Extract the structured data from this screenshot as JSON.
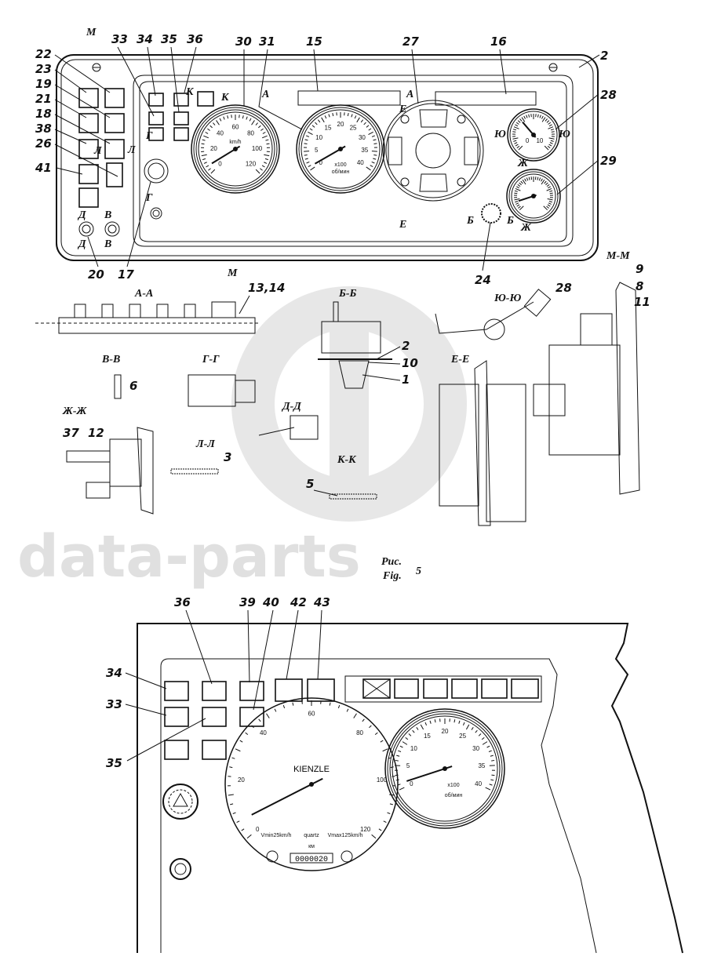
{
  "figure": {
    "caption_ru": "Рис.",
    "caption_en": "Fig.",
    "number": "5"
  },
  "watermark": {
    "text": "data-parts"
  },
  "top_callouts": {
    "m_top": "М",
    "c22": "22",
    "c23": "23",
    "c19": "19",
    "c21": "21",
    "c18": "18",
    "c38": "38",
    "c26": "26",
    "c41": "41",
    "c33": "33",
    "c34": "34",
    "c35": "35",
    "c36": "36",
    "c30": "30",
    "c31": "31",
    "c15": "15",
    "c27": "27",
    "c16": "16",
    "c2": "2",
    "c28": "28",
    "c29": "29",
    "c20": "20",
    "c17": "17",
    "c24": "24",
    "m_bottom": "М"
  },
  "section_marks": {
    "a1": "А",
    "a2": "А",
    "k1": "К",
    "k2": "К",
    "l1": "Л",
    "l2": "Л",
    "g1": "Г",
    "g2": "Г",
    "d1": "Д",
    "d2": "Д",
    "v1": "В",
    "v2": "В",
    "e1": "Е",
    "e2": "Е",
    "b1": "Б",
    "b2": "Б",
    "yu1": "Ю",
    "yu2": "Ю",
    "zh1": "Ж",
    "zh2": "Ж"
  },
  "sections": {
    "aa": {
      "title": "А-А",
      "callout": "13,14"
    },
    "bb": {
      "title": "Б-Б",
      "callouts": [
        "2",
        "10",
        "1"
      ]
    },
    "yuyu": {
      "title": "Ю-Ю",
      "callout": "28"
    },
    "mm": {
      "title": "М-М",
      "callouts": [
        "9",
        "8",
        "11"
      ]
    },
    "vv": {
      "title": "В-В",
      "callout": "6"
    },
    "gg": {
      "title": "Г-Г"
    },
    "dd": {
      "title": "Д-Д"
    },
    "ee": {
      "title": "Е-Е"
    },
    "zhzh": {
      "title": "Ж-Ж",
      "callouts": [
        "37",
        "12"
      ]
    },
    "ll": {
      "title": "Л-Л",
      "callout": "3"
    },
    "kk": {
      "title": "К-К",
      "callout": "5"
    }
  },
  "gauges": {
    "speedo_top": {
      "labels": [
        "0",
        "20",
        "40",
        "60",
        "80",
        "100",
        "120"
      ],
      "unit": "km/h"
    },
    "tach_top": {
      "labels": [
        "0",
        "5",
        "10",
        "15",
        "20",
        "25",
        "30",
        "35",
        "40"
      ],
      "multiplier": "x100",
      "unit": "об/мин"
    },
    "g28": {
      "labels": [
        "0",
        "10"
      ]
    },
    "kienzle": {
      "labels": [
        "0",
        "20",
        "40",
        "60",
        "80",
        "100",
        "120"
      ],
      "brand": "KIENZLE",
      "quartz": "quartz",
      "vmin": "Vmin25km/h",
      "vmax": "Vmax125km/h",
      "odo_unit": "км",
      "odometer": "0000020"
    },
    "tach_bottom": {
      "labels": [
        "0",
        "5",
        "10",
        "15",
        "20",
        "25",
        "30",
        "35",
        "40"
      ],
      "multiplier": "x100",
      "unit": "об/мин"
    }
  },
  "bottom_callouts": {
    "c36": "36",
    "c39": "39",
    "c40": "40",
    "c42": "42",
    "c43": "43",
    "c34": "34",
    "c33": "33",
    "c35": "35"
  }
}
